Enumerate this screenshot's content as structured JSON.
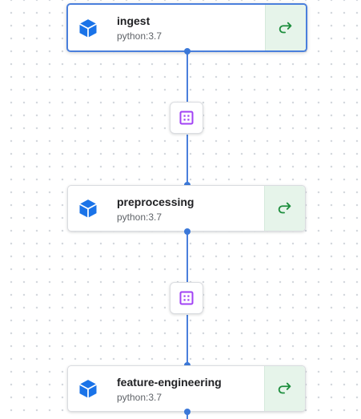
{
  "pipeline": {
    "nodes": [
      {
        "title": "ingest",
        "subtitle": "python:3.7",
        "selected": true
      },
      {
        "title": "preprocessing",
        "subtitle": "python:3.7",
        "selected": false
      },
      {
        "title": "feature-engineering",
        "subtitle": "python:3.7",
        "selected": false
      }
    ],
    "artifacts": [
      {
        "icon": "artifact-grid-icon"
      },
      {
        "icon": "artifact-grid-icon"
      }
    ]
  },
  "icons": {
    "node": "cube-icon",
    "action": "open-logs-arrow-icon"
  },
  "colors": {
    "edge": "#4a7fdc",
    "cube": "#1a73e8",
    "action_bg": "#e6f4ea",
    "action_icon": "#1e8e3e",
    "artifact_icon": "#a142f4"
  }
}
